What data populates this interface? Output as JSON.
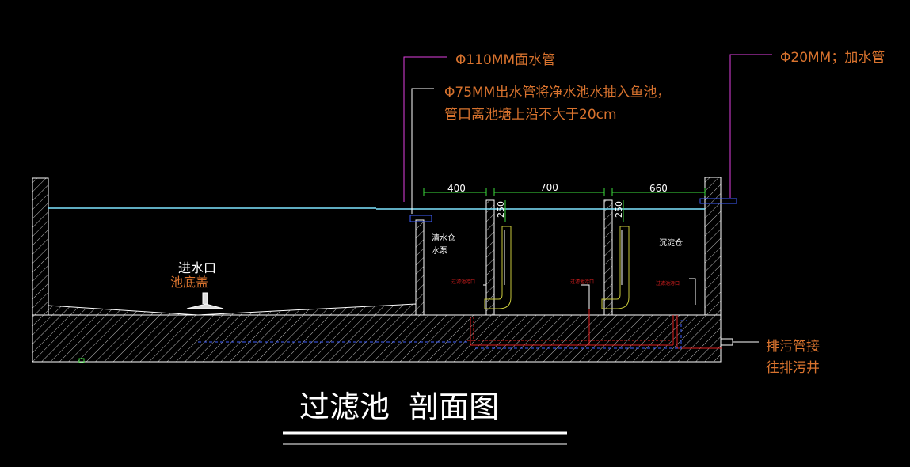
{
  "title": "过滤池  剖面图",
  "callouts": {
    "pipe_110": "Φ110MM面水管",
    "pipe_75_line1": "Φ75MM出水管将净水池水抽入鱼池，",
    "pipe_75_line2": "管口离池塘上沿不大于20cm",
    "pipe_20": "Φ20MM；加水管",
    "drain_line1": "排污管接",
    "drain_line2": "往排污井"
  },
  "labels": {
    "inlet": "进水口",
    "bottom_cover": "池底盖",
    "clean_chamber": "清水仓",
    "pump": "水泵",
    "settle_chamber": "沉淀仓",
    "filter_outlet_1": "过滤池污口",
    "filter_outlet_2": "过滤池污口",
    "filter_outlet_3": "过滤池污口"
  },
  "dimensions": {
    "d400": "400",
    "d700": "700",
    "d660": "660",
    "d250a": "250",
    "d250b": "250"
  },
  "colors": {
    "background": "#000000",
    "wall": "#ffffff",
    "water_line": "#7fe6ff",
    "callout_text": "#d9732e",
    "leader_magenta": "#e040e0",
    "dim_green": "#3ddc3d",
    "pipe_yellow": "#c8c83c",
    "pipe_red": "#e02020",
    "pipe_blue": "#4060ff",
    "label_white": "#ffffff"
  }
}
